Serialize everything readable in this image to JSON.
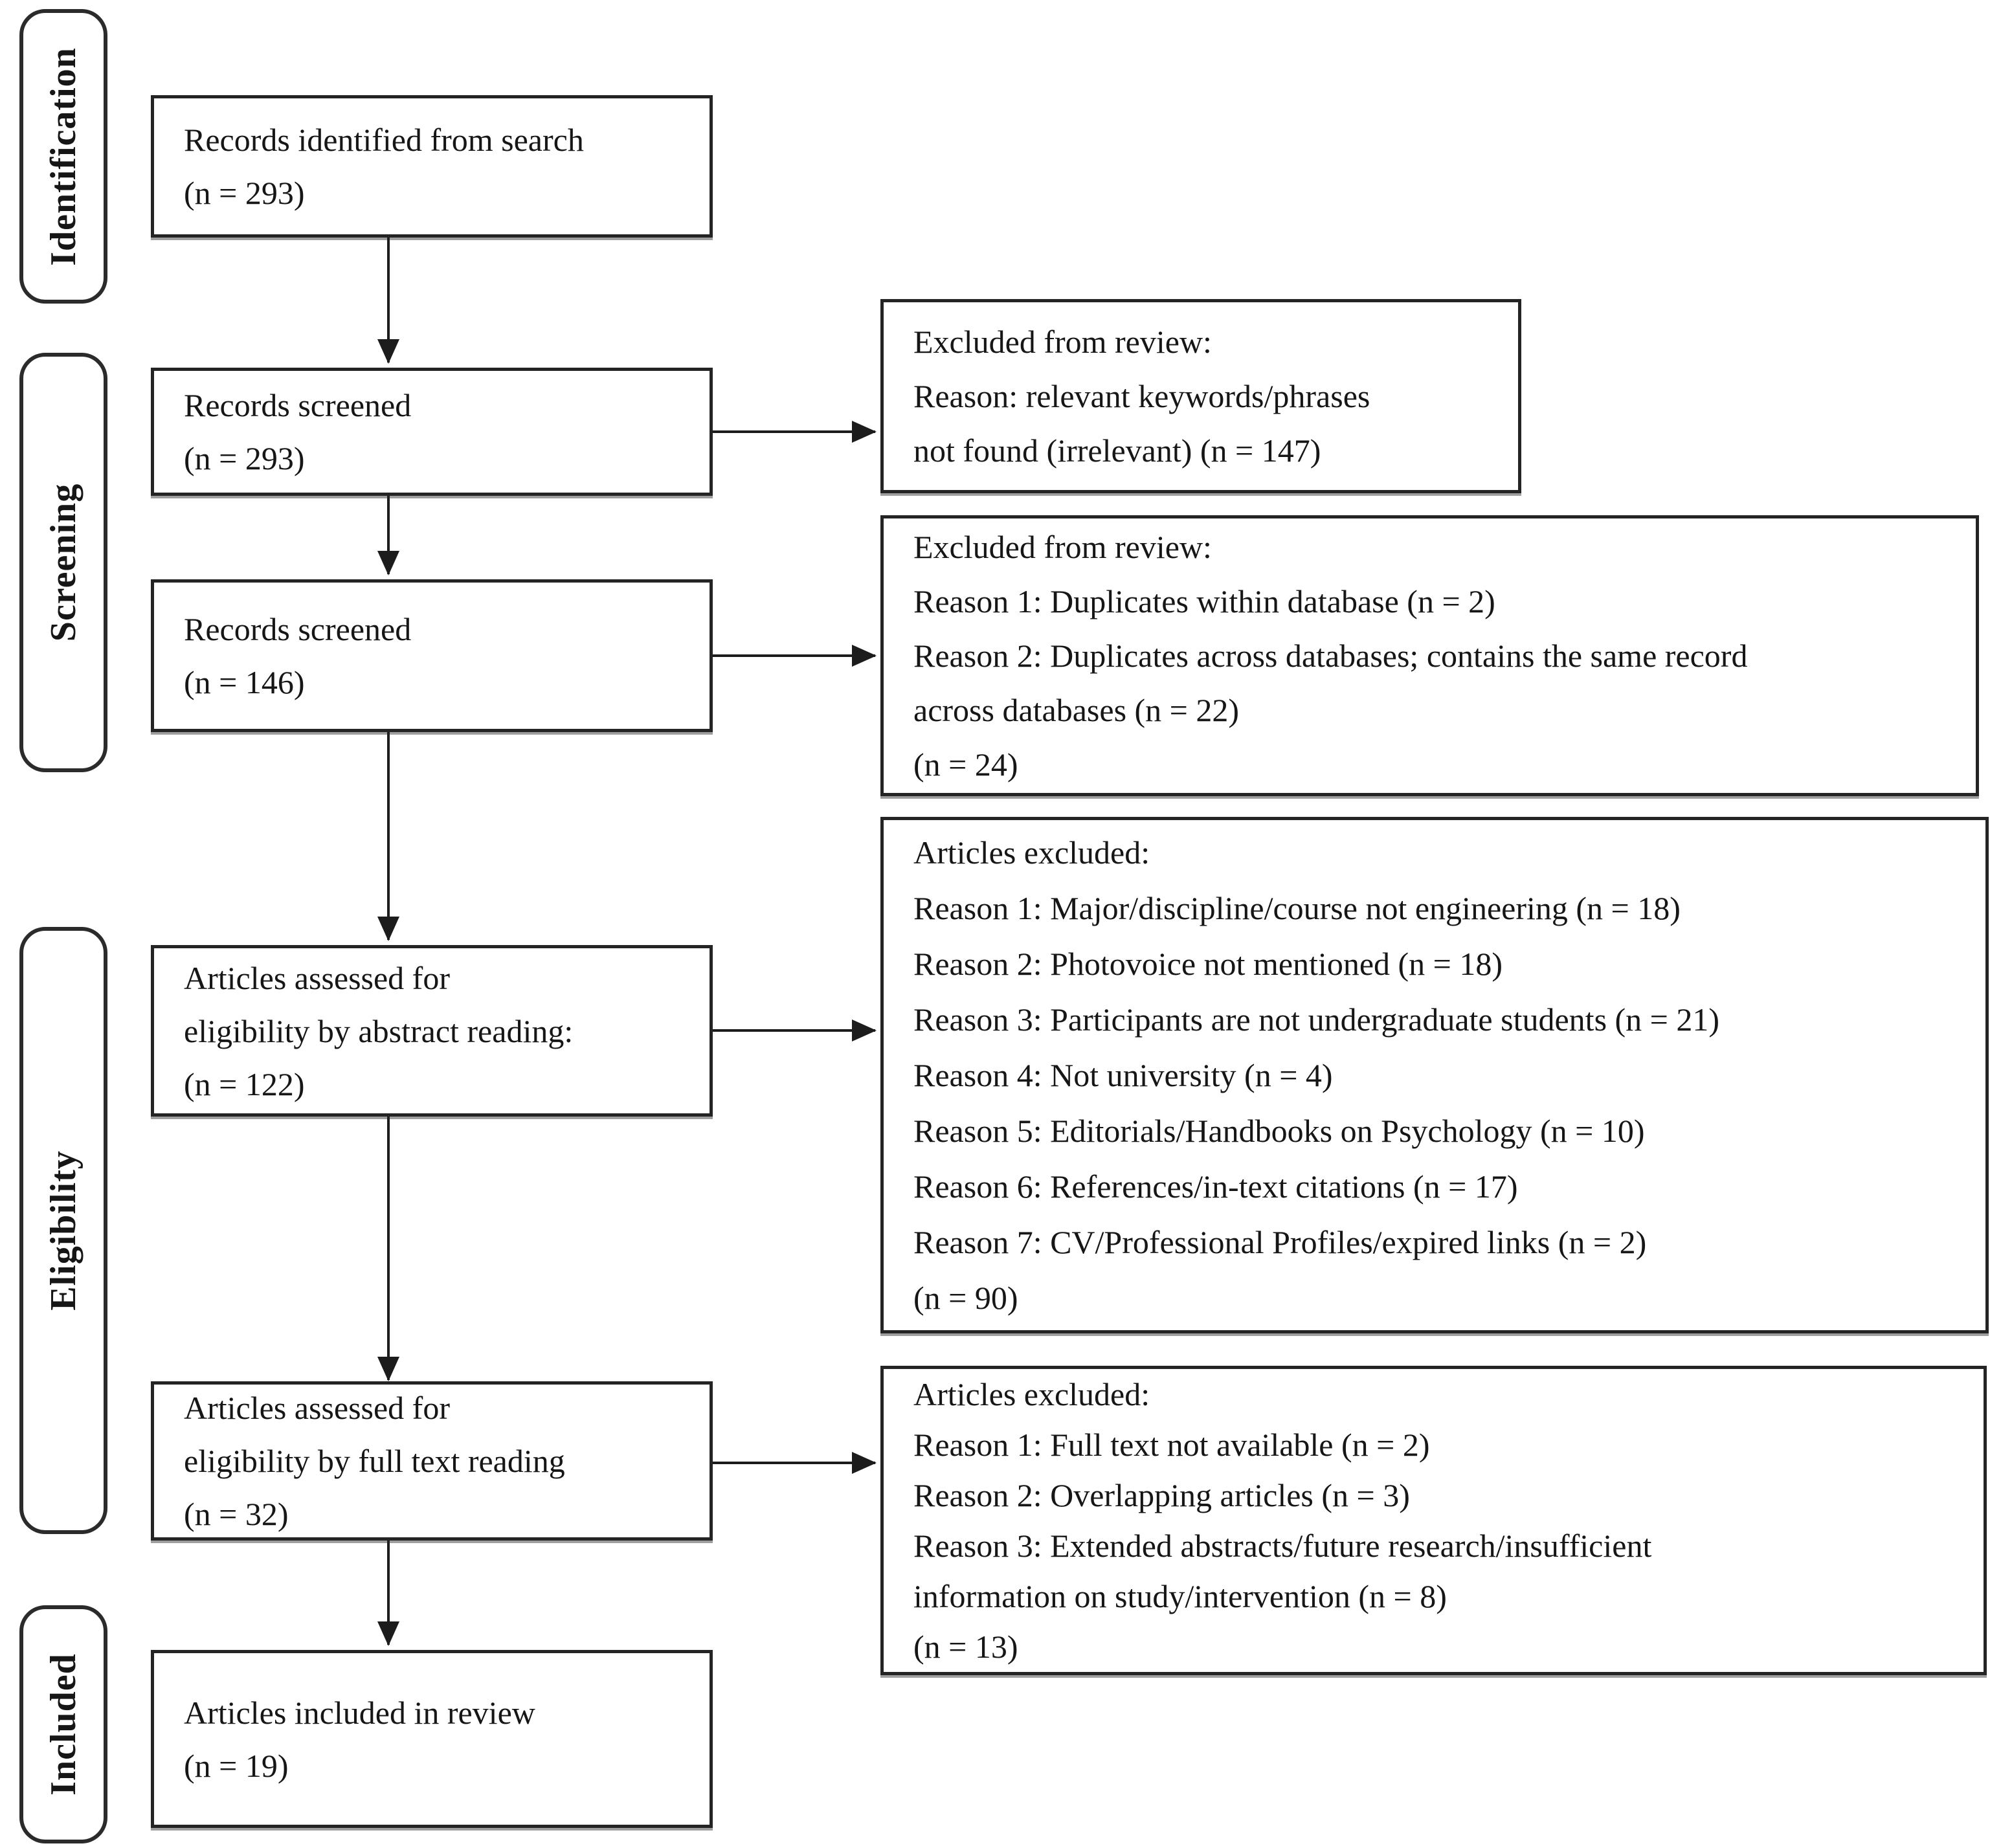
{
  "figure": {
    "kind": "prisma-style systematic review flow diagram",
    "background_color": "#ffffff",
    "line_color": "#242424",
    "text_color": "#161616"
  },
  "stages": [
    {
      "label": "Identification"
    },
    {
      "label": "Screening"
    },
    {
      "label": "Eligibility"
    },
    {
      "label": "Included"
    }
  ],
  "flow_boxes": [
    {
      "id": "records-identified",
      "lines": [
        "Records identified from search",
        "(n = 293)"
      ]
    },
    {
      "id": "records-screened-first",
      "lines": [
        "Records screened",
        "(n = 293)"
      ]
    },
    {
      "id": "records-screened-second",
      "lines": [
        "Records screened",
        "(n = 146)"
      ]
    },
    {
      "id": "assessed-abstract",
      "lines": [
        "Articles assessed for",
        "eligibility by abstract reading:",
        "(n = 122)"
      ]
    },
    {
      "id": "assessed-fulltext",
      "lines": [
        "Articles assessed for",
        "eligibility by full text reading",
        "(n = 32)"
      ]
    },
    {
      "id": "included-review",
      "lines": [
        "Articles included in review",
        "(n = 19)"
      ]
    }
  ],
  "exclusion_boxes": [
    {
      "id": "excluded-irrelevant",
      "lines": [
        "Excluded from review:",
        "Reason: relevant keywords/phrases",
        "not found (irrelevant) (n = 147)"
      ]
    },
    {
      "id": "excluded-duplicates",
      "lines": [
        "Excluded from review:",
        "Reason 1: Duplicates within database (n = 2)",
        "Reason 2: Duplicates across databases; contains the same record",
        "across databases (n = 22)",
        "(n = 24)"
      ]
    },
    {
      "id": "excluded-abstract-stage",
      "lines": [
        "Articles excluded:",
        "Reason 1: Major/discipline/course not engineering (n = 18)",
        "Reason 2: Photovoice not mentioned (n = 18)",
        "Reason 3: Participants are not undergraduate students (n = 21)",
        "Reason 4: Not university (n = 4)",
        "Reason 5: Editorials/Handbooks on Psychology (n = 10)",
        "Reason 6: References/in-text citations (n = 17)",
        "Reason 7: CV/Professional Profiles/expired links (n = 2)",
        "(n = 90)"
      ]
    },
    {
      "id": "excluded-fulltext-stage",
      "lines": [
        "Articles excluded:",
        "Reason 1: Full text not available (n = 2)",
        "Reason 2: Overlapping articles (n = 3)",
        "Reason 3: Extended abstracts/future research/insufficient",
        "information on study/intervention (n = 8)",
        "(n = 13)"
      ]
    }
  ]
}
